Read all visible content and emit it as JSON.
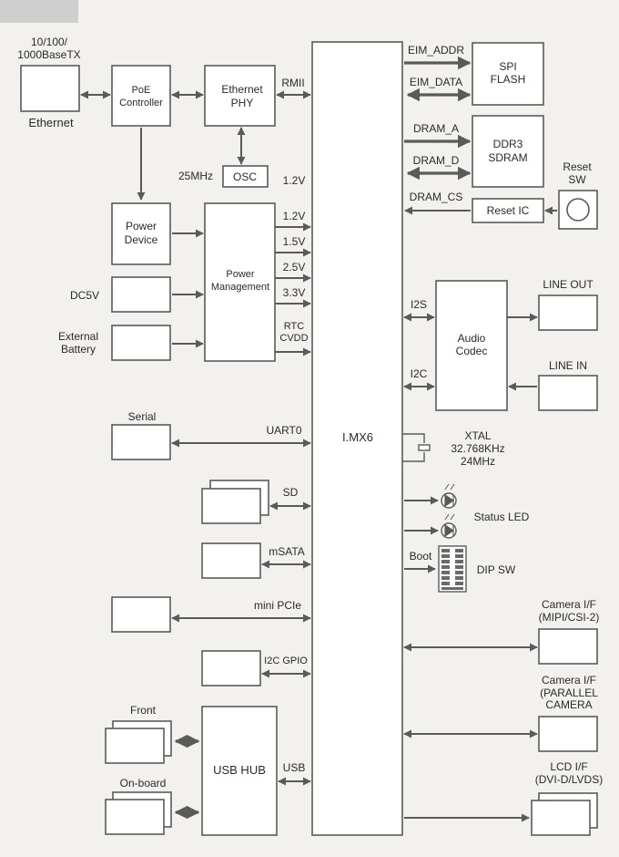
{
  "header": {
    "tab_color": "#cfcfcf"
  },
  "colors": {
    "background": "#f2f1ee",
    "line": "#5a5a5a",
    "box": "#ffffff"
  },
  "blocks": {
    "ethernet_speed": [
      "10/100/",
      "1000BaseTX"
    ],
    "ethernet": "Ethernet",
    "poe": [
      "PoE",
      "Controller"
    ],
    "phy": [
      "Ethernet",
      "PHY"
    ],
    "rmii": "RMII",
    "osc_freq": "25MHz",
    "osc": "OSC",
    "power_device": [
      "Power",
      "Device"
    ],
    "power_mgmt": [
      "Power",
      "Management"
    ],
    "dc5v": "DC5V",
    "ext_battery": [
      "External",
      "Battery"
    ],
    "serial": "Serial",
    "uart0": "UART0",
    "sd": "SD",
    "msata": "mSATA",
    "mini_pcie": "mini PCIe",
    "i2c_gpio": "I2C GPIO",
    "front": "Front",
    "onboard": "On-board",
    "usb_hub": "USB HUB",
    "usb": "USB",
    "imx6": "I.MX6",
    "eim_addr": "EIM_ADDR",
    "eim_data": "EIM_DATA",
    "spi_flash": [
      "SPI",
      "FLASH"
    ],
    "dram_a": "DRAM_A",
    "dram_d": "DRAM_D",
    "ddr3": [
      "DDR3",
      "SDRAM"
    ],
    "reset_sw": [
      "Reset",
      "SW"
    ],
    "dram_cs": "DRAM_CS",
    "reset_ic": "Reset IC",
    "v12_top": "1.2V",
    "rails": [
      "1.2V",
      "1.5V",
      "2.5V",
      "3.3V"
    ],
    "rtc": [
      "RTC",
      "CVDD"
    ],
    "i2s": "I2S",
    "i2c": "I2C",
    "audio": [
      "Audio",
      "Codec"
    ],
    "line_out": "LINE OUT",
    "line_in": "LINE IN",
    "xtal": [
      "XTAL",
      "32.768KHz",
      "24MHz"
    ],
    "status_led": "Status LED",
    "boot": "Boot",
    "dip_sw": "DIP SW",
    "camera_mipi": [
      "Camera I/F",
      "(MIPI/CSI-2)"
    ],
    "camera_par": [
      "Camera I/F",
      "(PARALLEL",
      "CAMERA"
    ],
    "lcd": [
      "LCD I/F",
      "(DVI-D/LVDS)"
    ]
  }
}
